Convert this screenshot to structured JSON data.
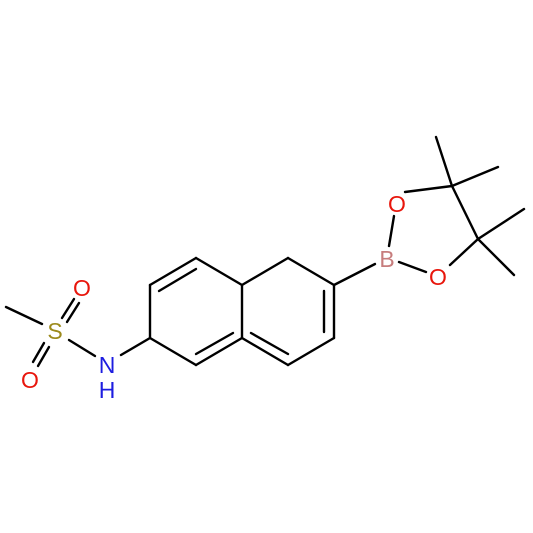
{
  "colors": {
    "bond": "#000000",
    "oxygen": "#e8160c",
    "nitrogen": "#1d1de0",
    "sulfur": "#9c8a1c",
    "boron": "#c77d7d"
  },
  "atoms": {
    "sulfonyl_o_top": "O",
    "sulfonyl_o_bottom": "O",
    "sulfur": "S",
    "amine_n": "N",
    "amine_h": "H",
    "boron": "B",
    "ring_o_top": "O",
    "ring_o_bottom": "O"
  }
}
